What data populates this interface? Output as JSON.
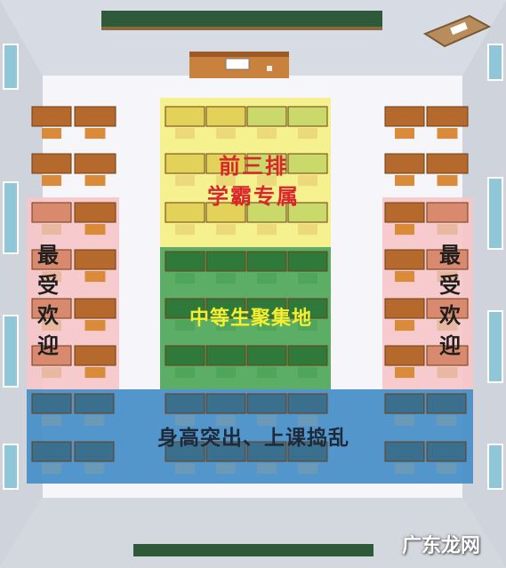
{
  "zones": {
    "front": {
      "lines": [
        "前三排",
        "学霸专属"
      ],
      "color": "#f3f07a"
    },
    "middle": {
      "text": "中等生聚集地",
      "color": "#41a04a"
    },
    "back": {
      "text": "身高突出、上课捣乱",
      "color": "#4a90c8"
    },
    "left": {
      "lines": [
        "最",
        "受",
        "欢",
        "迎"
      ],
      "color": "#f7c7c9"
    },
    "right": {
      "lines": [
        "最",
        "受",
        "欢",
        "迎"
      ],
      "color": "#f7c7c9"
    }
  },
  "watermark": "广东龙网",
  "colors": {
    "desk_top": "#b5692c",
    "desk_leg": "#d98b3a",
    "wall": "#cfd4dc",
    "floor": "#f4f4f8",
    "window": "#8fc7d8",
    "blackboard": "#2f5a3a"
  }
}
